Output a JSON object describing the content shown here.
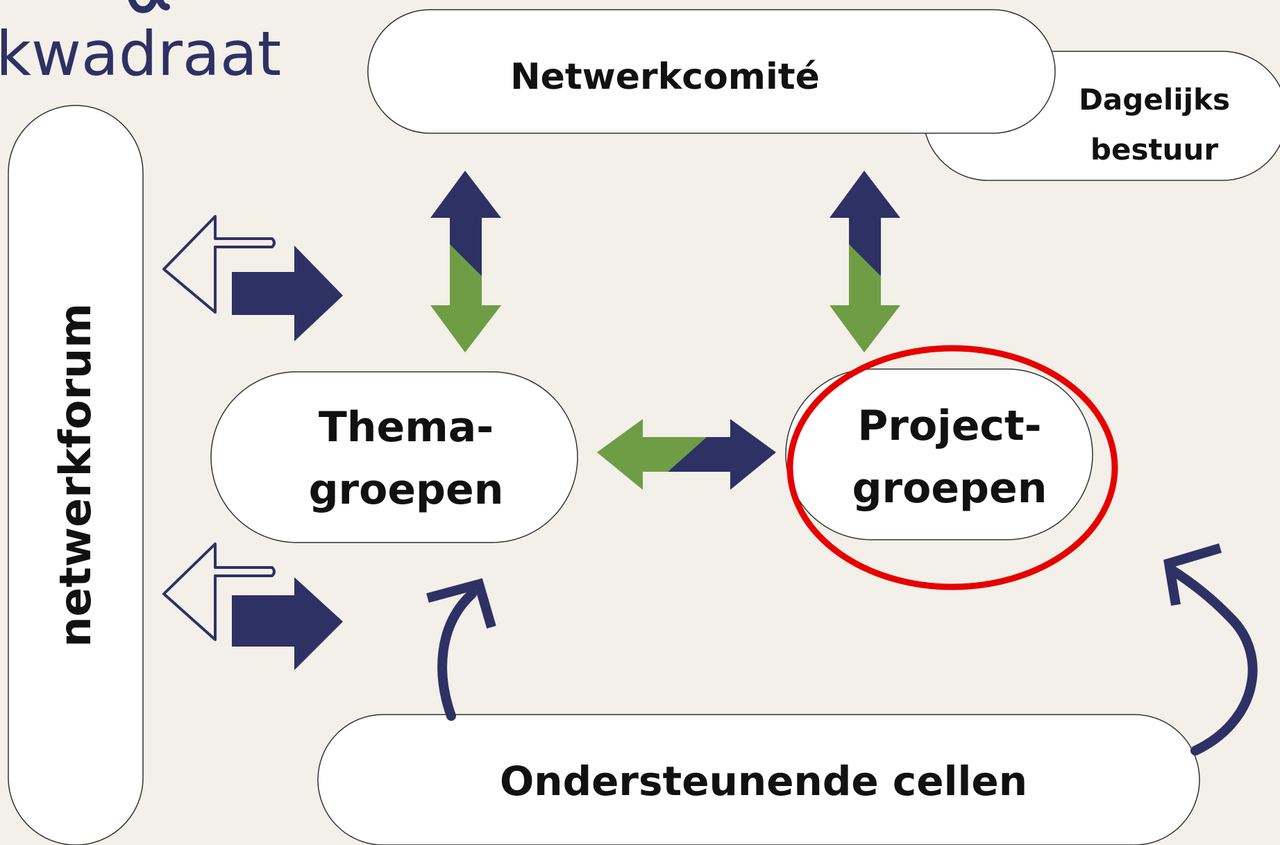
{
  "logo": {
    "text": "kwadraat"
  },
  "nodes": {
    "netwerkforum": "netwerkforum",
    "netwerkcomite": "Netwerkcomité",
    "dagelijks_bestuur": [
      "Dagelijks",
      "bestuur"
    ],
    "themagroepen": [
      "Thema-",
      "groepen"
    ],
    "projectgroepen": [
      "Project-",
      "groepen"
    ],
    "ondersteunende_cellen": "Ondersteunende cellen"
  },
  "highlight": {
    "target": "projectgroepen",
    "color": "#e60000"
  },
  "colors": {
    "background": "#f3efe9",
    "navy": "#2e3163",
    "green": "#6e9d45",
    "node_fill": "#ffffff",
    "node_stroke": "#333333"
  }
}
